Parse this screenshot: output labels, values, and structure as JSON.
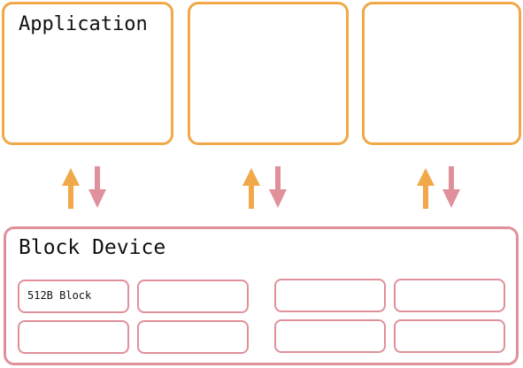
{
  "applications": [
    {
      "label": "Application"
    },
    {
      "label": ""
    },
    {
      "label": ""
    }
  ],
  "block_device": {
    "title": "Block Device",
    "blocks": [
      {
        "label": "512B Block"
      },
      {
        "label": ""
      },
      {
        "label": ""
      },
      {
        "label": ""
      },
      {
        "label": ""
      },
      {
        "label": ""
      },
      {
        "label": ""
      },
      {
        "label": ""
      }
    ]
  },
  "colors": {
    "application_border": "#f0a848",
    "device_border": "#e0909a",
    "arrow_up": "#f0a848",
    "arrow_down": "#e0909a"
  }
}
